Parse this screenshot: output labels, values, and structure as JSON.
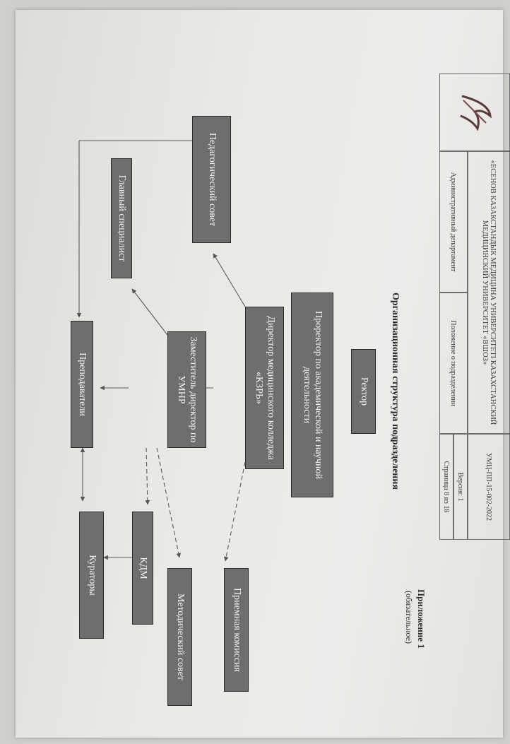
{
  "header": {
    "institution": "«ЕСЕНОВ КАЗАКСТАНДЫК МЕДИЦИНА УНИВЕРСИТЕТІ КАЗАХСТАНСКИЙ МЕДИЦИНСКИЙ УНИВЕРСИТЕТ «ВШОЗ»",
    "department": "Административный департамент",
    "document": "Положение о подразделении",
    "code": "УМЦ-ПП-15-002-2022",
    "version": "Версия: 1",
    "page": "Страница 8 из 18"
  },
  "appendix": {
    "label": "Приложение 1",
    "note": "(обязательное)"
  },
  "title": "Организационная структура подразделения",
  "nodes": {
    "rector": "Ректор",
    "vice_rector": "Проректор по академической и научной деятельности",
    "director": "Директор медицинского колледжа «КЗРЬ»",
    "deputy": "Заместитель директор по УМНР",
    "ped_council": "Педагогический совет",
    "chief_specialist": "Главный специалист",
    "teachers": "Преподаватели",
    "admission": "Приемная комиссия",
    "method_council": "Методический совет",
    "kdm": "КДМ",
    "curators": "Кураторы"
  }
}
